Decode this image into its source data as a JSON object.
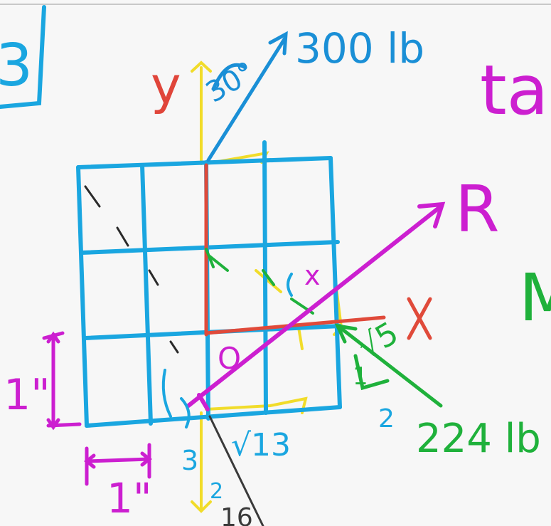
{
  "labels": {
    "problem_number": "3",
    "force_top": "300 lb",
    "angle_top": "30°",
    "axis_y": "y",
    "axis_x": "x",
    "tan_text": "ta",
    "resultant": "R",
    "right_edge_letter": "M",
    "force_right": "224 lb",
    "sqrt5": "√5",
    "sqrt13": "√13",
    "left_dim": "1\"",
    "bottom_dim": "1\"",
    "slope_1": "1",
    "slope_2": "2",
    "slope_3": "3",
    "slope_2b": "2",
    "origin": "O",
    "bottom_force_partial": "16"
  },
  "colors": {
    "grid": "#1aa6e0",
    "resultant": "#cc1fd0",
    "y_axis_label": "#e0453a",
    "x_axis": "#e04a3a",
    "force_300": "#1a8fd6",
    "force_224": "#1fb13b",
    "highlight": "#f1dc2a",
    "dim": "#cc1fd0",
    "bottom_force": "#3a3a3a"
  }
}
